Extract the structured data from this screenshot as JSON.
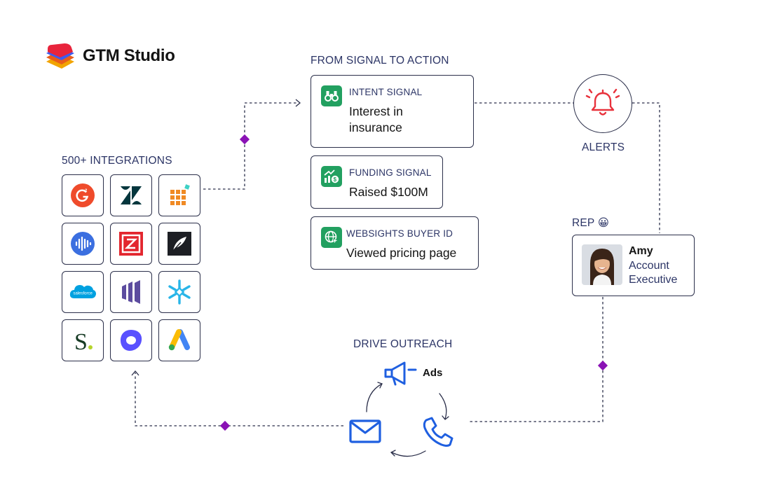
{
  "brand": {
    "name": "GTM Studio"
  },
  "integrations": {
    "label": "500+ INTEGRATIONS",
    "tiles": [
      "g2-icon",
      "zendesk-icon",
      "grid-app-icon",
      "gong-icon",
      "zoominfo-icon",
      "feather-app-icon",
      "salesforce-icon",
      "marketo-icon",
      "snowflake-icon",
      "s-app-icon",
      "outreach-icon",
      "google-ads-icon"
    ]
  },
  "signals": {
    "label": "FROM SIGNAL TO ACTION",
    "intent": {
      "caption": "INTENT SIGNAL",
      "value": "Interest in insurance"
    },
    "funding": {
      "caption": "FUNDING SIGNAL",
      "value": "Raised $100M"
    },
    "websights": {
      "caption": "WEBSIGHTS BUYER ID",
      "value": "Viewed pricing page"
    }
  },
  "alerts": {
    "label": "ALERTS"
  },
  "rep": {
    "label": "REP 😀",
    "name": "Amy",
    "role": "Account Executive"
  },
  "outreach": {
    "label": "DRIVE OUTREACH",
    "ads_label": "Ads"
  },
  "colors": {
    "accent_blue": "#1f5fe0",
    "signal_green": "#22a060",
    "alert_red": "#e8323c",
    "diamond_purple": "#8a12b5",
    "outline": "#2b2f4a"
  }
}
